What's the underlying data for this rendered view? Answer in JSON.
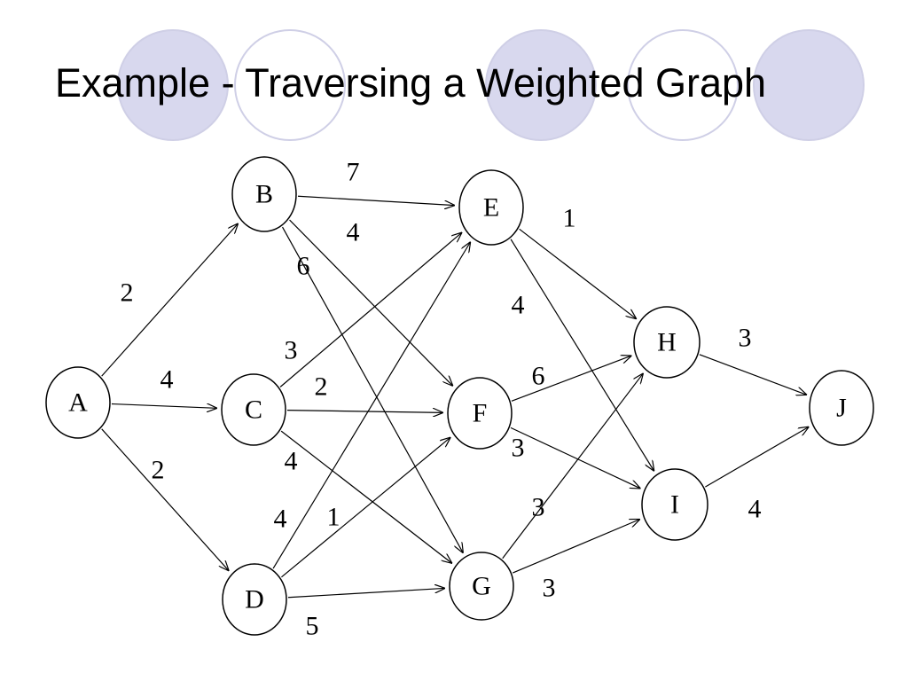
{
  "slide": {
    "title": "Example - Traversing a Weighted Graph",
    "decor_fill": "#d8d8ee",
    "decor_stroke": "#cfcfe6"
  },
  "graph": {
    "nodes": [
      {
        "id": "A",
        "label": "A"
      },
      {
        "id": "B",
        "label": "B"
      },
      {
        "id": "C",
        "label": "C"
      },
      {
        "id": "D",
        "label": "D"
      },
      {
        "id": "E",
        "label": "E"
      },
      {
        "id": "F",
        "label": "F"
      },
      {
        "id": "G",
        "label": "G"
      },
      {
        "id": "H",
        "label": "H"
      },
      {
        "id": "I",
        "label": "I"
      },
      {
        "id": "J",
        "label": "J"
      }
    ],
    "edges": [
      {
        "from": "A",
        "to": "B",
        "weight": "2"
      },
      {
        "from": "A",
        "to": "C",
        "weight": "4"
      },
      {
        "from": "A",
        "to": "D",
        "weight": "2"
      },
      {
        "from": "B",
        "to": "E",
        "weight": "7"
      },
      {
        "from": "B",
        "to": "F",
        "weight": "4"
      },
      {
        "from": "B",
        "to": "G",
        "weight": "6"
      },
      {
        "from": "C",
        "to": "E",
        "weight": "3"
      },
      {
        "from": "C",
        "to": "F",
        "weight": "2"
      },
      {
        "from": "C",
        "to": "G",
        "weight": "4"
      },
      {
        "from": "D",
        "to": "E",
        "weight": "4"
      },
      {
        "from": "D",
        "to": "F",
        "weight": "1"
      },
      {
        "from": "D",
        "to": "G",
        "weight": "5"
      },
      {
        "from": "E",
        "to": "H",
        "weight": "1"
      },
      {
        "from": "E",
        "to": "I",
        "weight": "4"
      },
      {
        "from": "F",
        "to": "H",
        "weight": "6"
      },
      {
        "from": "F",
        "to": "I",
        "weight": "3"
      },
      {
        "from": "G",
        "to": "H",
        "weight": "3"
      },
      {
        "from": "G",
        "to": "I",
        "weight": "3"
      },
      {
        "from": "H",
        "to": "J",
        "weight": "3"
      },
      {
        "from": "I",
        "to": "J",
        "weight": "4"
      }
    ]
  }
}
